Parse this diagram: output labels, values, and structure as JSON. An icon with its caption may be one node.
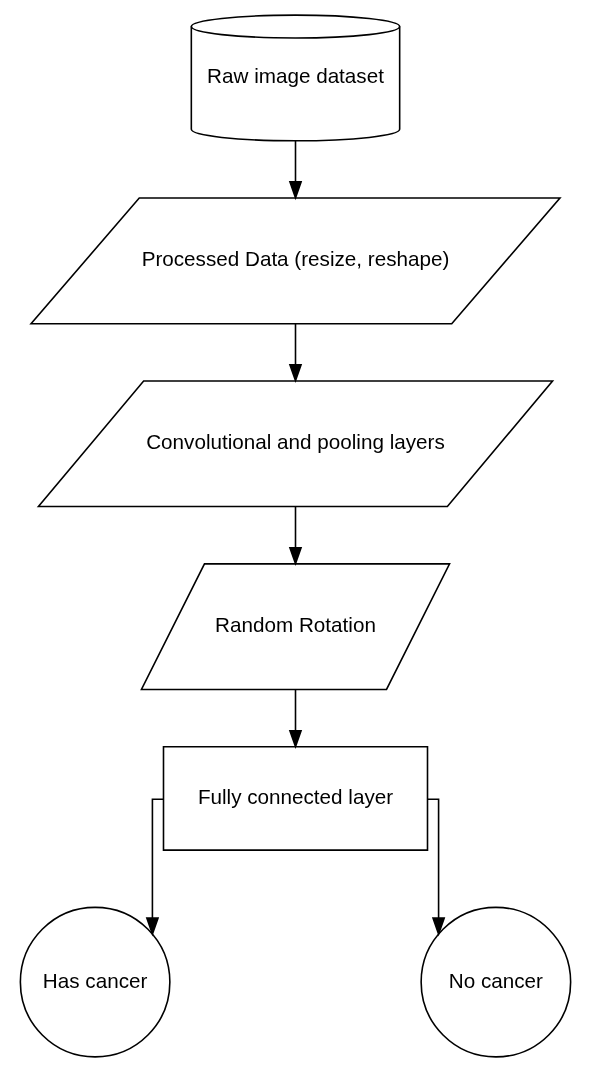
{
  "diagram": {
    "nodes": [
      {
        "text": [
          "Raw image dataset"
        ]
      },
      {
        "text": [
          "Processed Data (resize, reshape)"
        ]
      },
      {
        "text": [
          "Convolutional and pooling layers"
        ]
      },
      {
        "text": [
          "Random Rotation"
        ]
      },
      {
        "text": [
          "Fully connected layer"
        ]
      },
      {
        "text": [
          "Has cancer"
        ]
      },
      {
        "text": [
          "No cancer"
        ]
      }
    ],
    "edges": [
      {
        "from": 0,
        "to": 1,
        "arrow": "to"
      },
      {
        "from": 1,
        "to": 2,
        "arrow": "to"
      },
      {
        "from": 2,
        "to": 3,
        "arrow": "to"
      },
      {
        "from": 3,
        "to": 4,
        "arrow": "to"
      },
      {
        "from": 4,
        "to": 5,
        "arrow": "to"
      },
      {
        "from": 4,
        "to": 6,
        "arrow": "to"
      }
    ]
  }
}
